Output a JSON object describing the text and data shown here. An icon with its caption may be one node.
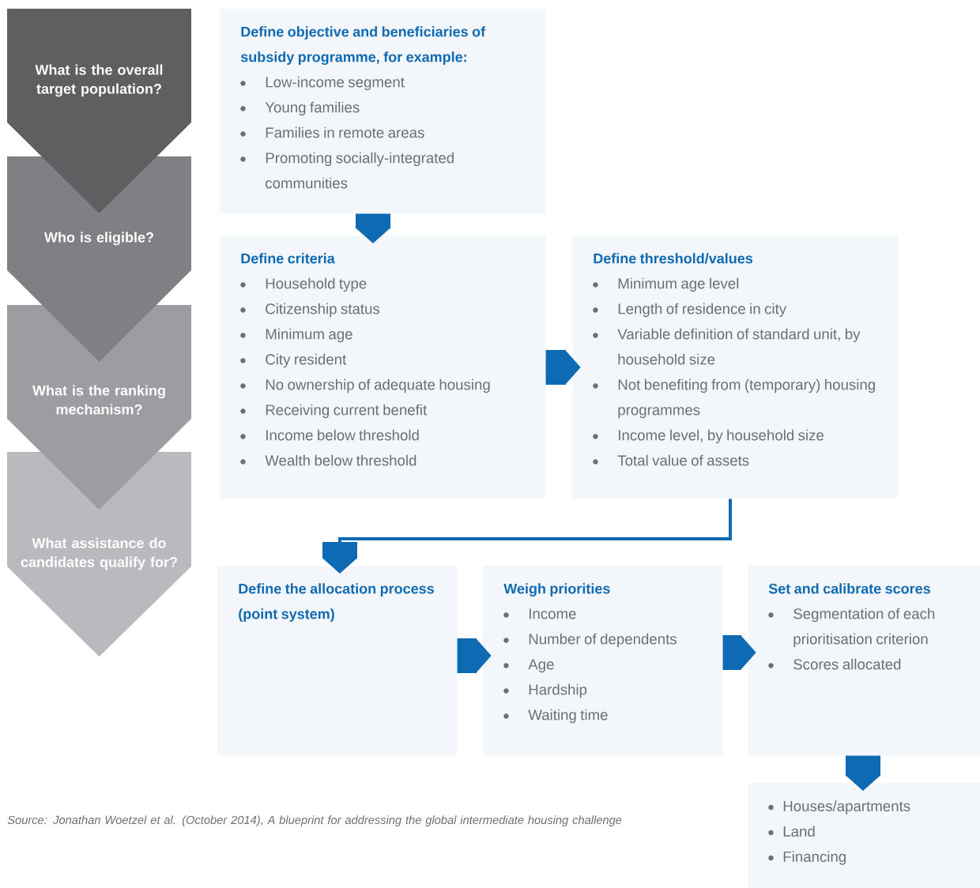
{
  "diagram": {
    "nodes": [
      {
        "text": [
          "What is the overall target population?"
        ]
      },
      {
        "text": [
          "Who is eligible?"
        ]
      },
      {
        "text": [
          "What is the ranking mechanism?"
        ]
      },
      {
        "text": [
          "What assistance do candidates qualify for?"
        ]
      },
      {
        "text": [
          "Define objective and beneficiaries of subsidy programme, for example:",
          "Low-income segment",
          "Young families",
          "Families in remote areas",
          "Promoting socially-integrated communities"
        ]
      },
      {
        "text": [
          "Define criteria",
          "Household type",
          "Citizenship status",
          "Minimum age",
          "City resident",
          "No ownership of adequate housing",
          "Receiving current benefit",
          "Income below threshold",
          "Wealth below threshold"
        ]
      },
      {
        "text": [
          "Define threshold/values",
          "Minimum age level",
          "Length of residence in city",
          "Variable definition of standard unit, by household size",
          "Not benefiting from (temporary) housing programmes",
          "Income level, by household size",
          "Total value of assets"
        ]
      },
      {
        "text": [
          "Define the allocation process (point system)"
        ]
      },
      {
        "text": [
          "Weigh priorities",
          "Income",
          "Number of dependents",
          "Age",
          "Hardship",
          "Waiting time"
        ]
      },
      {
        "text": [
          "Set and calibrate scores",
          "Segmentation of each prioritisation criterion",
          "Scores allocated"
        ]
      },
      {
        "text": [
          "Houses/apartments",
          "Land",
          "Financing"
        ]
      }
    ],
    "edges": [
      {
        "from": 4,
        "to": 5,
        "arrow": "to"
      },
      {
        "from": 5,
        "to": 6,
        "arrow": "to"
      },
      {
        "from": 6,
        "to": 7,
        "arrow": "to"
      },
      {
        "from": 7,
        "to": 8,
        "arrow": "to"
      },
      {
        "from": 8,
        "to": 9,
        "arrow": "to"
      },
      {
        "from": 9,
        "to": 10,
        "arrow": "to"
      }
    ],
    "labels": [
      "Source: Jonathan Woetzel et al. (October 2014), A blueprint for addressing the global intermediate housing challenge"
    ]
  }
}
